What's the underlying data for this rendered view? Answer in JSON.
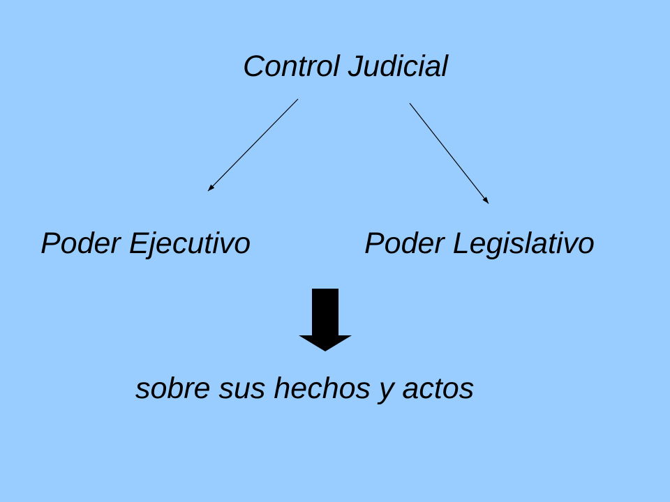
{
  "diagram": {
    "title": "Control Judicial",
    "left_node": "Poder Ejecutivo",
    "right_node": "Poder Legislativo",
    "bottom_text": "sobre sus hechos y actos"
  },
  "colors": {
    "background": "#99ccff",
    "text": "#000000",
    "arrow": "#000000"
  },
  "icons": {
    "thin_arrows": "arrow-icon",
    "block_arrow": "down-arrow-icon"
  }
}
